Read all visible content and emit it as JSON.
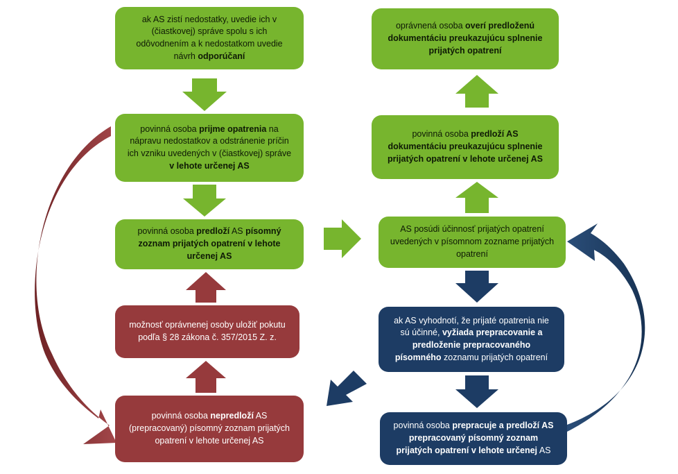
{
  "colors": {
    "green": "#77b52e",
    "red": "#963a3c",
    "navy": "#1d3c64"
  },
  "boxes": {
    "b1": {
      "segments": [
        {
          "text": "ak AS zistí nedostatky, uvedie ich v (čiastkovej) správe spolu s ich odôvodnením a k nedostatkom uvedie návrh ",
          "bold": false
        },
        {
          "text": "odporúčaní",
          "bold": true
        }
      ]
    },
    "b2": {
      "segments": [
        {
          "text": "povinná osoba ",
          "bold": false
        },
        {
          "text": "prijme opatrenia",
          "bold": true
        },
        {
          "text": " na nápravu nedostatkov a odstránenie príčin ich vzniku uvedených v (čiastkovej) správe ",
          "bold": false
        },
        {
          "text": "v lehote určenej AS",
          "bold": true
        }
      ]
    },
    "b3": {
      "segments": [
        {
          "text": "povinná osoba ",
          "bold": false
        },
        {
          "text": "predloží",
          "bold": true
        },
        {
          "text": " AS ",
          "bold": false
        },
        {
          "text": "písomný zoznam prijatých opatrení v lehote určenej AS",
          "bold": true
        }
      ]
    },
    "b4": {
      "segments": [
        {
          "text": "možnosť oprávnenej osoby uložiť pokutu podľa § 28 zákona č. 357/2015 Z. z.",
          "bold": false
        }
      ]
    },
    "b5": {
      "segments": [
        {
          "text": "povinná osoba ",
          "bold": false
        },
        {
          "text": "nepredloží",
          "bold": true
        },
        {
          "text": " AS (prepracovaný) písomný zoznam prijatých opatrení v lehote určenej AS",
          "bold": false
        }
      ]
    },
    "b6": {
      "segments": [
        {
          "text": "oprávnená osoba ",
          "bold": false
        },
        {
          "text": "overí predloženú dokumentáciu preukazujúcu splnenie prijatých opatrení",
          "bold": true
        }
      ]
    },
    "b7": {
      "segments": [
        {
          "text": "povinná osoba ",
          "bold": false
        },
        {
          "text": "predloží AS dokumentáciu preukazujúcu splnenie prijatých opatrení v lehote určenej AS",
          "bold": true
        }
      ]
    },
    "b8": {
      "segments": [
        {
          "text": "AS posúdi účinnosť prijatých opatrení uvedených v písomnom zozname prijatých opatrení",
          "bold": false
        }
      ]
    },
    "b9": {
      "segments": [
        {
          "text": "ak AS vyhodnotí, že prijaté opatrenia nie sú účinné, ",
          "bold": false
        },
        {
          "text": "vyžiada prepracovanie a predloženie prepracovaného písomného",
          "bold": true
        },
        {
          "text": " zoznamu prijatých opatrení",
          "bold": false
        }
      ]
    },
    "b10": {
      "segments": [
        {
          "text": "povinná osoba ",
          "bold": false
        },
        {
          "text": "prepracuje a predloží AS prepracovaný písomný zoznam prijatých opatrení v lehote určenej",
          "bold": true
        },
        {
          "text": " AS",
          "bold": false
        }
      ]
    }
  }
}
